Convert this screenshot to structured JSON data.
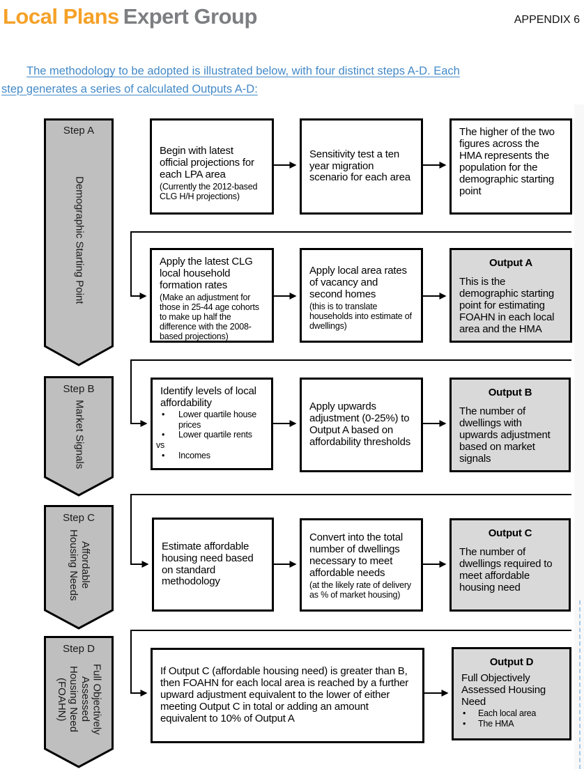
{
  "header": {
    "logo_part1": "Local Plans",
    "logo_part2": "Expert Group",
    "appendix": "APPENDIX 6"
  },
  "intro": "The methodology to be adopted is illustrated below, with four distinct steps A-D. Each\nstep generates a series of calculated Outputs A-D:",
  "chars": {
    "bullet": "•"
  },
  "colors": {
    "logo_orange": "#f5a128",
    "logo_gray": "#7d7e81",
    "intro_blue": "#4389c7",
    "step_arrow_fill": "#bfbfbf",
    "output_box_fill": "#d9d9d9",
    "line_black": "#000000"
  },
  "steps": {
    "a": {
      "label": "Step A",
      "title": "Demographic Starting Point"
    },
    "b": {
      "label": "Step B",
      "title": "Market Signals"
    },
    "c": {
      "label": "Step C",
      "title": "Affordable\nHousing Needs"
    },
    "d": {
      "label": "Step D",
      "title": "Full Objectively\nAssessed\nHousing Need\n(FOAHN)"
    }
  },
  "boxes": {
    "a1_begin": {
      "main": "Begin with latest official projections for each LPA area",
      "note": "(Currently the 2012-based CLG H/H projections)"
    },
    "a1_sensitivity": {
      "main": "Sensitivity test a ten year migration scenario for each area"
    },
    "a1_higher": {
      "main": "The higher of the two figures across the HMA represents the population for the demographic starting point"
    },
    "a2_household": {
      "main": "Apply the latest CLG local household formation rates",
      "note": "(Make an adjustment for those in 25-44 age cohorts to make up half the difference with the 2008-based projections)"
    },
    "a2_vacancy": {
      "main": "Apply local area rates of vacancy and second homes",
      "note": "(this is to translate households into estimate of dwellings)"
    },
    "output_a": {
      "title": "Output A",
      "body": "This is the demographic starting point for estimating FOAHN in each local area and the HMA"
    },
    "b_identify": {
      "main": "Identify levels of local affordability",
      "bullet1": "Lower quartile house prices",
      "bullet2": "Lower quartile rents",
      "vs": "vs",
      "bullet3": "Incomes"
    },
    "b_adjust": {
      "main": "Apply upwards adjustment (0-25%) to Output A based on affordability thresholds"
    },
    "output_b": {
      "title": "Output B",
      "body": "The number of dwellings with upwards adjustment based on market signals"
    },
    "c_estimate": {
      "main": "Estimate affordable housing need based on standard methodology"
    },
    "c_convert": {
      "main": "Convert into the total number of dwellings necessary to meet affordable needs",
      "note": "(at the likely rate of delivery as % of market housing)"
    },
    "output_c": {
      "title": "Output C",
      "body": "The number of dwellings required to meet affordable housing need"
    },
    "d_foahn": {
      "main": "If Output C (affordable housing need) is greater than B, then FOAHN for each local area is reached by a further upward adjustment equivalent to the lower of either meeting Output C in total or adding an amount equivalent to 10% of Output A"
    },
    "output_d": {
      "title": "Output D",
      "body": "Full Objectively Assessed Housing Need",
      "bullet1": "Each local area",
      "bullet2": "The HMA"
    }
  }
}
